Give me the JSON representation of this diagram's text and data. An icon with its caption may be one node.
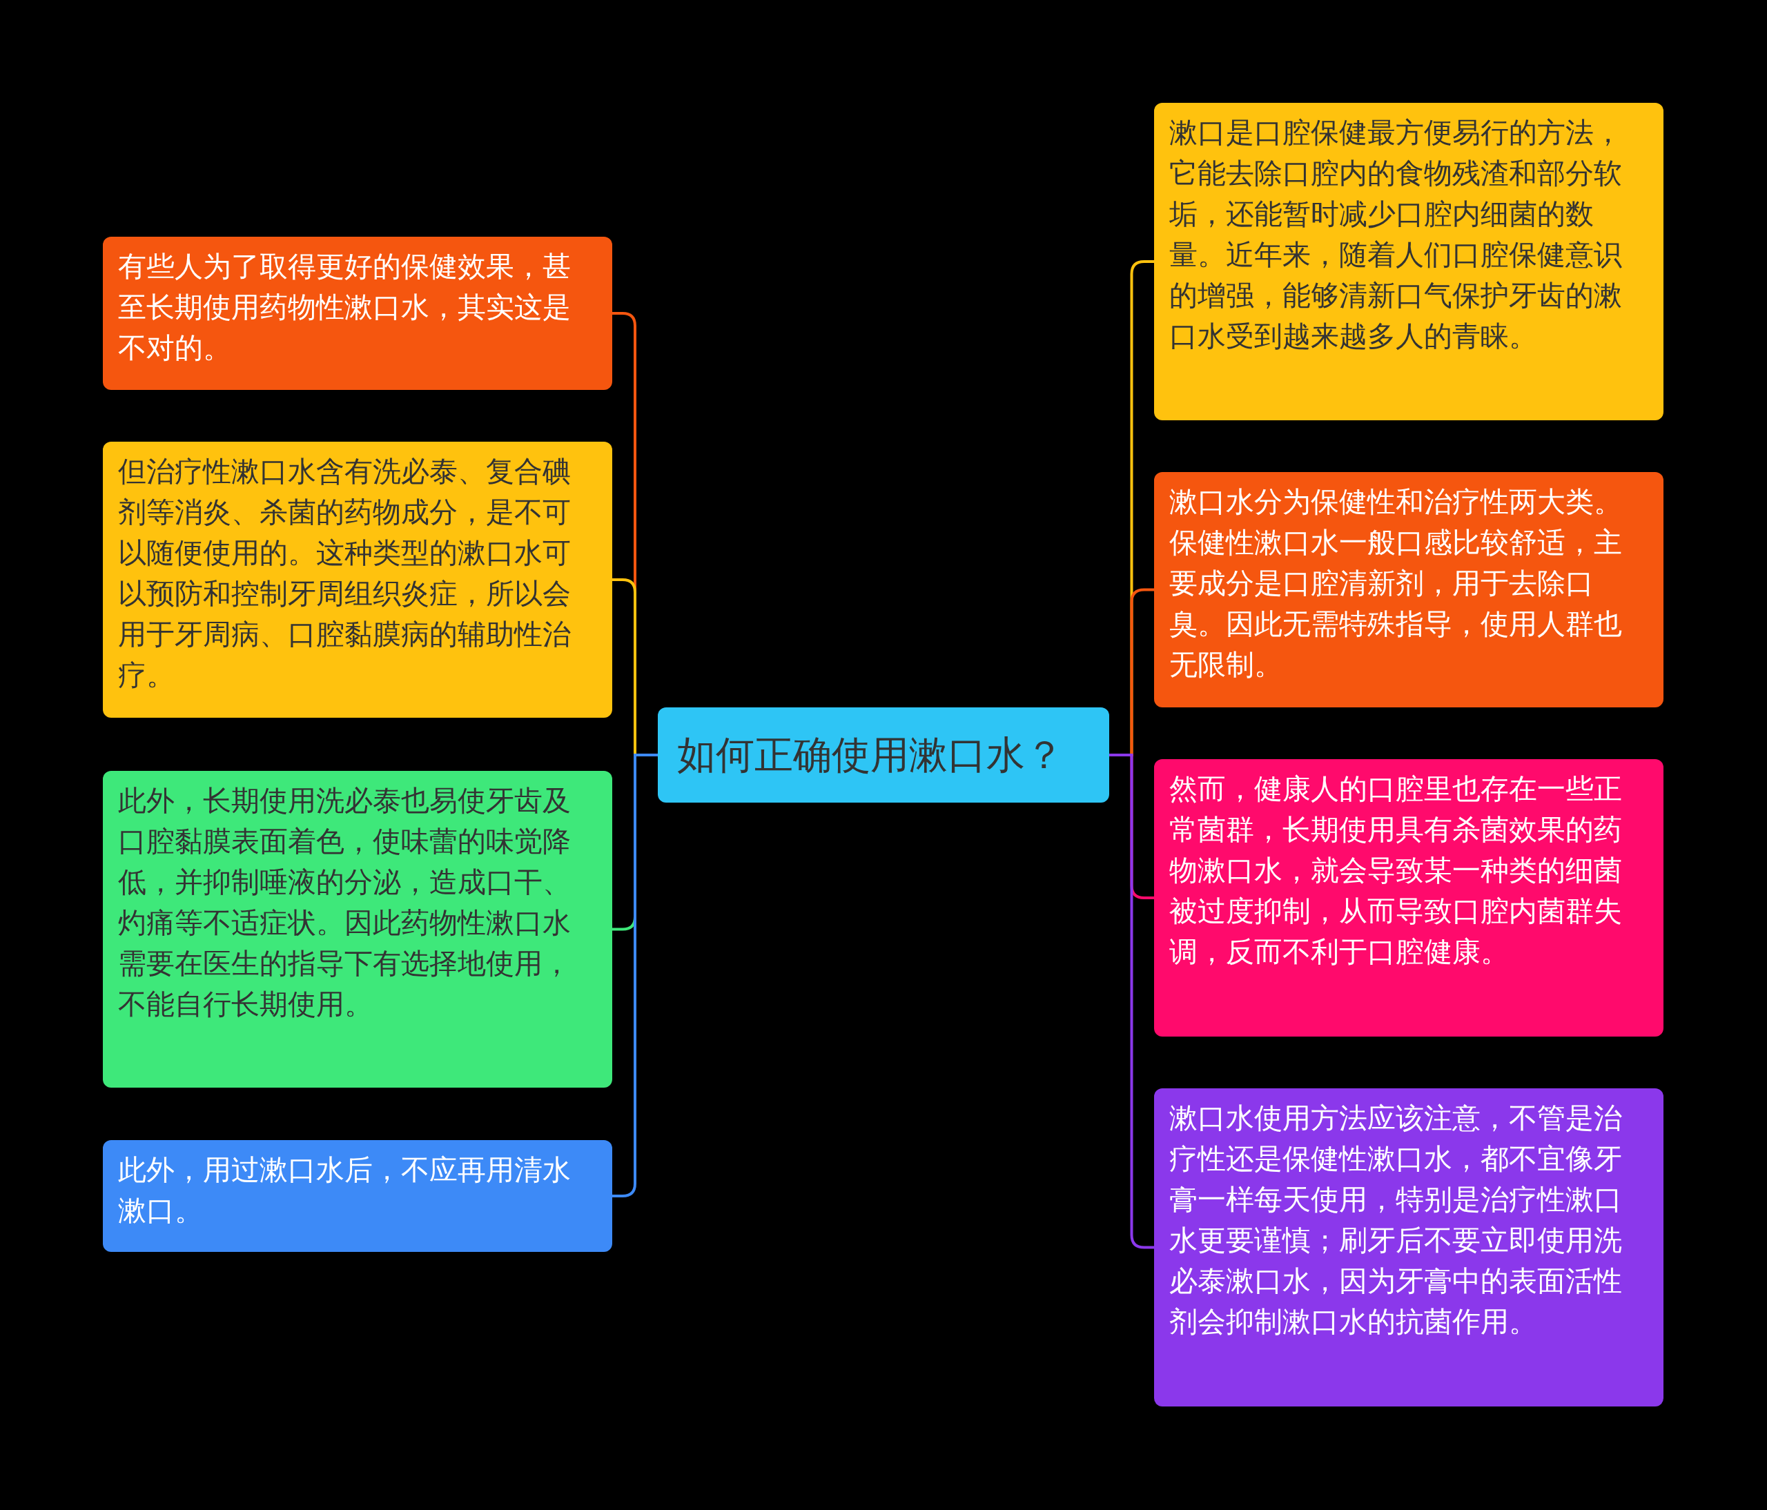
{
  "diagram": {
    "nodes": [
      {
        "text": [
          "如何正确使用漱口水？"
        ]
      },
      {
        "text": [
          "有些人为了取得更好的保健效果，甚至长期使用药物性漱口水，其实这是不对的。"
        ]
      },
      {
        "text": [
          "但治疗性漱口水含有洗必泰、复合碘剂等消炎、杀菌的药物成分，是不可以随便使用的。这种类型的漱口水可以预防和控制牙周组织炎症，所以会用于牙周病、口腔黏膜病的辅助性治疗。"
        ]
      },
      {
        "text": [
          "此外，长期使用洗必泰也易使牙齿及口腔黏膜表面着色，使味蕾的味觉降低，并抑制唾液的分泌，造成口干、灼痛等不适症状。因此药物性漱口水需要在医生的指导下有选择地使用，不能自行长期使用。"
        ]
      },
      {
        "text": [
          "此外，用过漱口水后，不应再用清水漱口。"
        ]
      },
      {
        "text": [
          "漱口是口腔保健最方便易行的方法，它能去除口腔内的食物残渣和部分软垢，还能暂时减少口腔内细菌的数量。近年来，随着人们口腔保健意识的增强，能够清新口气保护牙齿的漱口水受到越来越多人的青睐。"
        ]
      },
      {
        "text": [
          "漱口水分为保健性和治疗性两大类。保健性漱口水一般口感比较舒适，主要成分是口腔清新剂，用于去除口臭。因此无需特殊指导，使用人群也无限制。"
        ]
      },
      {
        "text": [
          "然而，健康人的口腔里也存在一些正常菌群，长期使用具有杀菌效果的药物漱口水，就会导致某一种类的细菌被过度抑制，从而导致口腔内菌群失调，反而不利于口腔健康。"
        ]
      },
      {
        "text": [
          "漱口水使用方法应该注意，不管是治疗性还是保健性漱口水，都不宜像牙膏一样每天使用，特别是治疗性漱口水更要谨慎；刷牙后不要立即使用洗必泰漱口水，因为牙膏中的表面活性剂会抑制漱口水的抗菌作用。"
        ]
      }
    ],
    "edges": [
      {
        "from": 0,
        "to": 1,
        "arrow": "none",
        "color": "#f5560f"
      },
      {
        "from": 0,
        "to": 2,
        "arrow": "none",
        "color": "#ffc20e"
      },
      {
        "from": 0,
        "to": 3,
        "arrow": "none",
        "color": "#3ee87a"
      },
      {
        "from": 0,
        "to": 4,
        "arrow": "none",
        "color": "#3d8af7"
      },
      {
        "from": 0,
        "to": 5,
        "arrow": "none",
        "color": "#ffc20e"
      },
      {
        "from": 0,
        "to": 6,
        "arrow": "none",
        "color": "#f5560f"
      },
      {
        "from": 0,
        "to": 7,
        "arrow": "none",
        "color": "#ff0a6c"
      },
      {
        "from": 0,
        "to": 8,
        "arrow": "none",
        "color": "#8b38eb"
      }
    ]
  }
}
